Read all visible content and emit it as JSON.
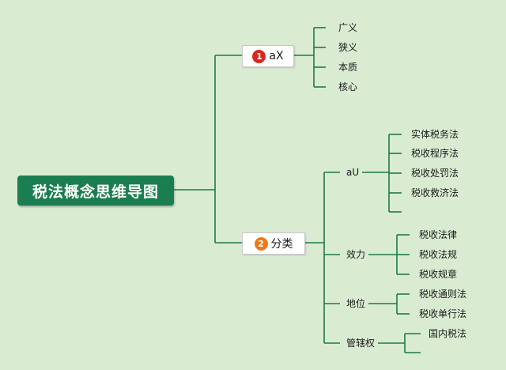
{
  "colors": {
    "background": "#d9ecd2",
    "line": "#1f7a4a",
    "root_fill": "#1b7e50",
    "badge_1": "#d8281e",
    "badge_2": "#ef7a1a"
  },
  "root": {
    "label": "税法概念思维导图"
  },
  "branch1": {
    "badge": "1",
    "label": "aX",
    "children": [
      "广义",
      "狭义",
      "本质",
      "核心"
    ]
  },
  "branch2": {
    "badge": "2",
    "label": "分类",
    "groups": [
      {
        "label": "aU",
        "items": [
          "实体税务法",
          "税收程序法",
          "税收处罚法",
          "税收救济法",
          ""
        ]
      },
      {
        "label": "效力",
        "items": [
          "税收法律",
          "税收法规",
          "税收规章"
        ]
      },
      {
        "label": "地位",
        "items": [
          "税收通则法",
          "税收单行法"
        ]
      },
      {
        "label": "管辖权",
        "items": [
          "国内税法"
        ]
      }
    ]
  }
}
